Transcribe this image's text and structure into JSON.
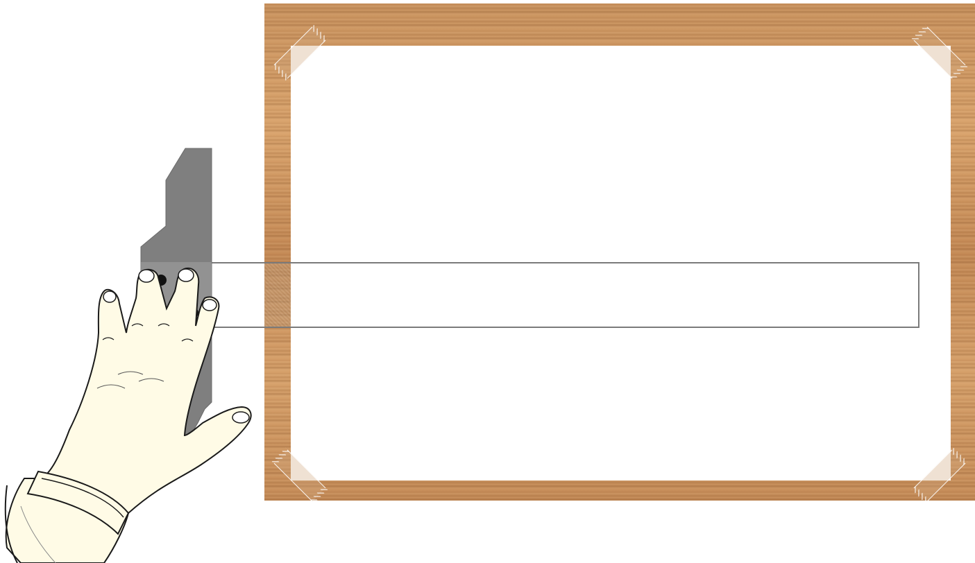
{
  "scene": {
    "board_color": "#c9925e",
    "paper_color": "#ffffff",
    "frame_color": "#7a7a7a",
    "handle_color": "#7f7f7f",
    "hand_fill": "#fffbe6",
    "hand_stroke": "#1a1a1a",
    "icons": [
      "wood-board",
      "paper-sheet",
      "tape-strip",
      "hand-icon",
      "handle-icon",
      "slider-frame"
    ]
  }
}
